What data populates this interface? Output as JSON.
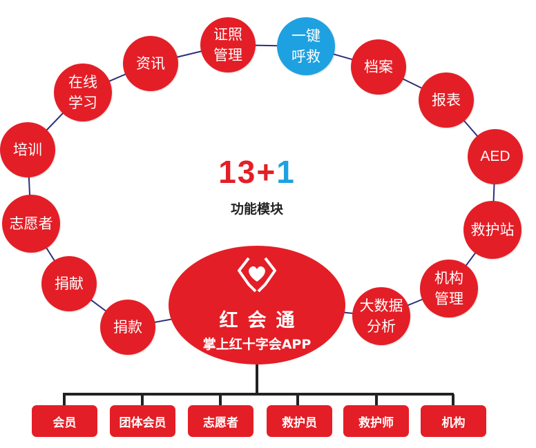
{
  "title": {
    "main": "13+",
    "plus_one": "1",
    "subtitle": "功能模块"
  },
  "hub": {
    "name": "红会通",
    "tagline": "掌上红十字会APP"
  },
  "modules": [
    "证照\n管理",
    "一键\n呼救",
    "档案",
    "报表",
    "AED",
    "救护站",
    "机构\n管理",
    "大数据\n分析",
    "捐款",
    "捐献",
    "志愿者",
    "培训",
    "在线\n学习",
    "资讯"
  ],
  "users": [
    "会员",
    "团体会员",
    "志愿者",
    "救护员",
    "救护师",
    "机构"
  ],
  "colors": {
    "red": "#e41e26",
    "blue": "#1ea1e0",
    "ring": "#2b2f7a"
  }
}
